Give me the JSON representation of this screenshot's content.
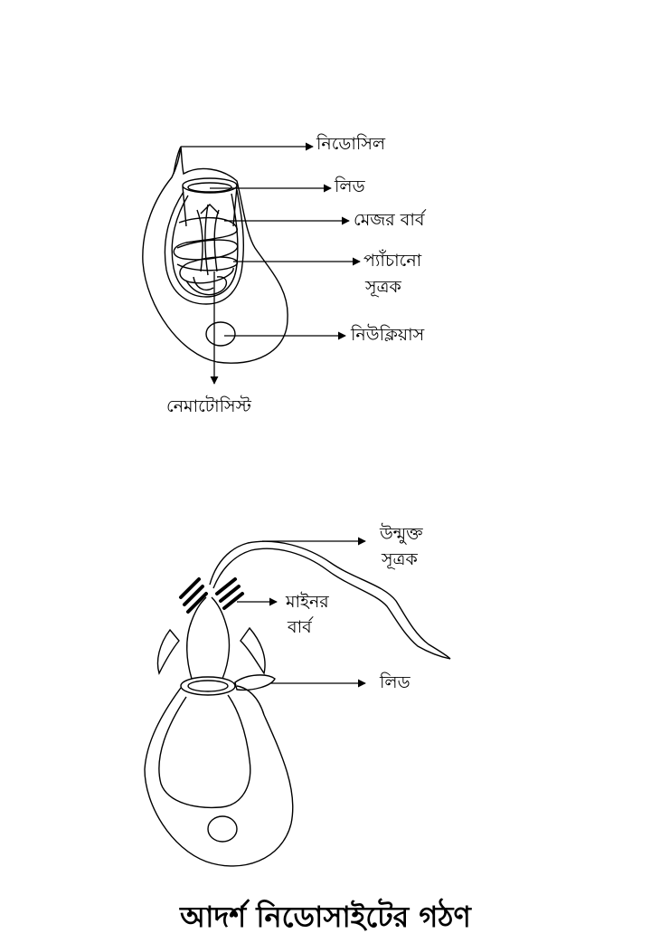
{
  "figure": {
    "title": "আদর্শ নিডোসাইটের গঠণ",
    "colors": {
      "ink": "#000000",
      "background": "#ffffff"
    }
  },
  "undischarged": {
    "labels": {
      "cnidocil": "নিডোসিল",
      "lid": "লিড",
      "major_barb": "মেজর বার্ব",
      "coiled_thread_line1": "প্যাঁচানো",
      "coiled_thread_line2": "সূত্রক",
      "nucleus": "নিউক্লিয়াস",
      "nematocyst": "নেমাটোসিস্ট"
    }
  },
  "discharged": {
    "labels": {
      "free_thread_line1": "উন্মুক্ত",
      "free_thread_line2": "সূত্রক",
      "minor_barb_line1": "মাইনর",
      "minor_barb_line2": "বার্ব",
      "lid": "লিড"
    }
  }
}
